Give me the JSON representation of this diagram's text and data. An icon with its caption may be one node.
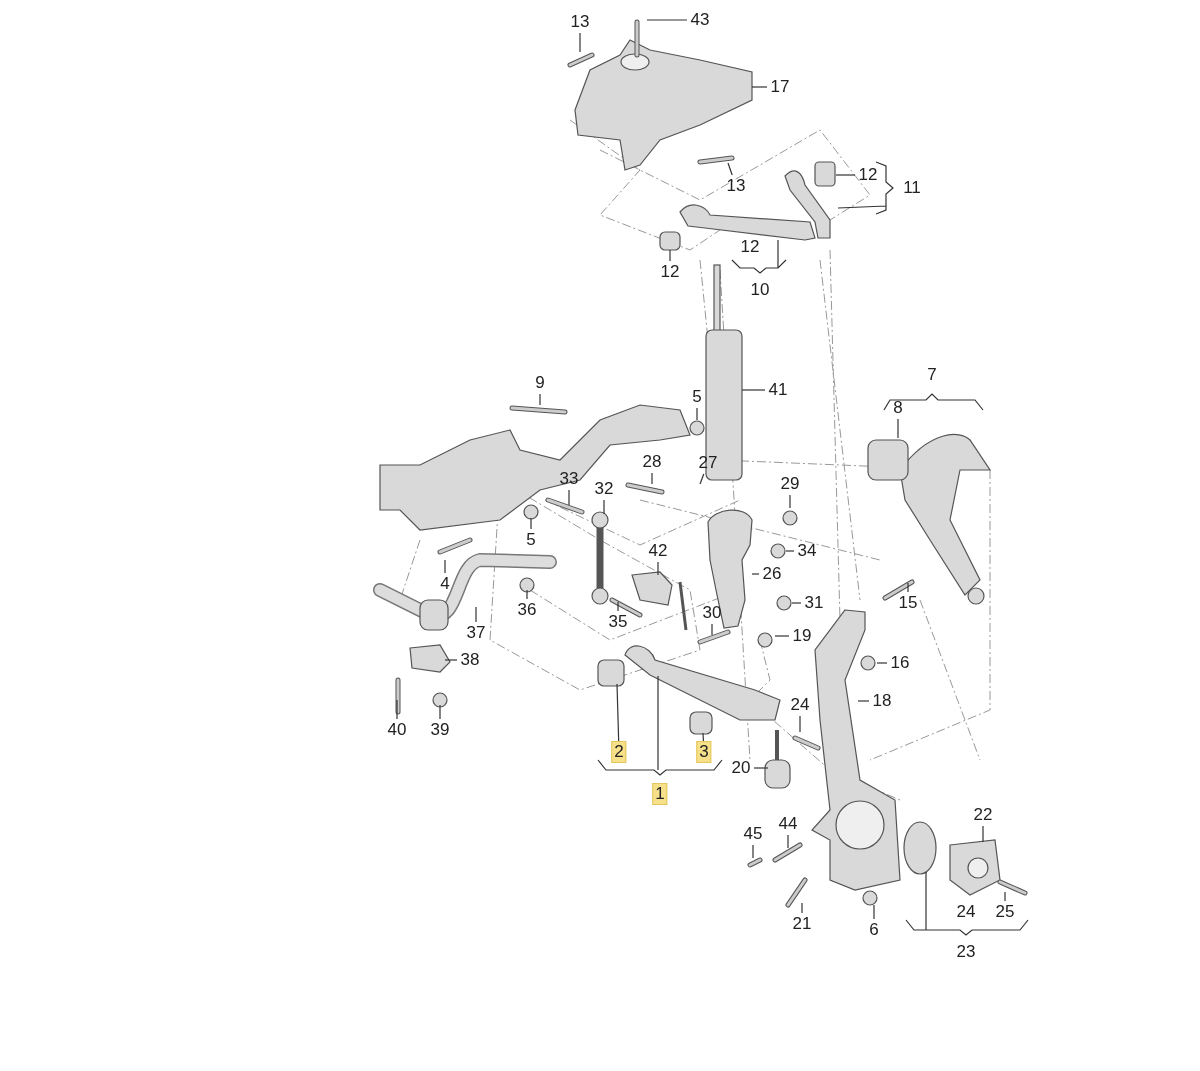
{
  "diagram": {
    "nodes": [
      {
        "text": [
          "13"
        ]
      },
      {
        "text": [
          "43"
        ]
      },
      {
        "text": [
          "17"
        ]
      },
      {
        "text": [
          "12"
        ]
      },
      {
        "text": [
          "13"
        ]
      },
      {
        "text": [
          "12"
        ]
      },
      {
        "text": [
          "41"
        ]
      },
      {
        "text": [
          "9"
        ]
      },
      {
        "text": [
          "5"
        ]
      },
      {
        "text": [
          "8"
        ]
      },
      {
        "text": [
          "28"
        ]
      },
      {
        "text": [
          "27"
        ]
      },
      {
        "text": [
          "29"
        ]
      },
      {
        "text": [
          "33"
        ]
      },
      {
        "text": [
          "32"
        ]
      },
      {
        "text": [
          "5"
        ]
      },
      {
        "text": [
          "34"
        ]
      },
      {
        "text": [
          "42"
        ]
      },
      {
        "text": [
          "26"
        ]
      },
      {
        "text": [
          "4"
        ]
      },
      {
        "text": [
          "31"
        ]
      },
      {
        "text": [
          "15"
        ]
      },
      {
        "text": [
          "36"
        ]
      },
      {
        "text": [
          "37"
        ]
      },
      {
        "text": [
          "35"
        ]
      },
      {
        "text": [
          "30"
        ]
      },
      {
        "text": [
          "19"
        ]
      },
      {
        "text": [
          "16"
        ]
      },
      {
        "text": [
          "38"
        ]
      },
      {
        "text": [
          "18"
        ]
      },
      {
        "text": [
          "40"
        ]
      },
      {
        "text": [
          "39"
        ]
      },
      {
        "text": [
          "24"
        ]
      },
      {
        "text": [
          "2"
        ]
      },
      {
        "text": [
          "3"
        ]
      },
      {
        "text": [
          "1"
        ]
      },
      {
        "text": [
          "20"
        ]
      },
      {
        "text": [
          "22"
        ]
      },
      {
        "text": [
          "45"
        ]
      },
      {
        "text": [
          "44"
        ]
      },
      {
        "text": [
          "25"
        ]
      },
      {
        "text": [
          "21"
        ]
      },
      {
        "text": [
          "6"
        ]
      }
    ],
    "edges": [
      {
        "from": 0,
        "to": null,
        "arrow": "none"
      },
      {
        "from": 1,
        "to": null,
        "arrow": "none"
      },
      {
        "from": 2,
        "to": null,
        "arrow": "none"
      },
      {
        "from": 3,
        "to": null,
        "arrow": "none"
      },
      {
        "from": 4,
        "to": null,
        "arrow": "none"
      },
      {
        "from": 5,
        "to": null,
        "arrow": "none"
      },
      {
        "from": 6,
        "to": null,
        "arrow": "none"
      },
      {
        "from": 7,
        "to": null,
        "arrow": "none"
      },
      {
        "from": 8,
        "to": null,
        "arrow": "none"
      },
      {
        "from": 9,
        "to": null,
        "arrow": "none"
      },
      {
        "from": 10,
        "to": null,
        "arrow": "none"
      },
      {
        "from": 11,
        "to": null,
        "arrow": "none"
      },
      {
        "from": 12,
        "to": null,
        "arrow": "none"
      },
      {
        "from": 13,
        "to": null,
        "arrow": "none"
      },
      {
        "from": 14,
        "to": null,
        "arrow": "none"
      },
      {
        "from": 15,
        "to": null,
        "arrow": "none"
      },
      {
        "from": 16,
        "to": null,
        "arrow": "none"
      },
      {
        "from": 17,
        "to": null,
        "arrow": "none"
      },
      {
        "from": 18,
        "to": null,
        "arrow": "none"
      },
      {
        "from": 19,
        "to": null,
        "arrow": "none"
      },
      {
        "from": 20,
        "to": null,
        "arrow": "none"
      },
      {
        "from": 21,
        "to": null,
        "arrow": "none"
      },
      {
        "from": 22,
        "to": null,
        "arrow": "none"
      },
      {
        "from": 23,
        "to": null,
        "arrow": "none"
      },
      {
        "from": 24,
        "to": null,
        "arrow": "none"
      },
      {
        "from": 25,
        "to": null,
        "arrow": "none"
      },
      {
        "from": 26,
        "to": null,
        "arrow": "none"
      },
      {
        "from": 27,
        "to": null,
        "arrow": "none"
      },
      {
        "from": 28,
        "to": null,
        "arrow": "none"
      },
      {
        "from": 29,
        "to": null,
        "arrow": "none"
      },
      {
        "from": 30,
        "to": null,
        "arrow": "none"
      },
      {
        "from": 31,
        "to": null,
        "arrow": "none"
      },
      {
        "from": 32,
        "to": null,
        "arrow": "none"
      },
      {
        "from": 33,
        "to": null,
        "arrow": "none"
      },
      {
        "from": 34,
        "to": null,
        "arrow": "none"
      },
      {
        "from": 36,
        "to": null,
        "arrow": "none"
      },
      {
        "from": 37,
        "to": null,
        "arrow": "none"
      },
      {
        "from": 38,
        "to": null,
        "arrow": "none"
      },
      {
        "from": 39,
        "to": null,
        "arrow": "none"
      },
      {
        "from": 40,
        "to": null,
        "arrow": "none"
      },
      {
        "from": 41,
        "to": null,
        "arrow": "none"
      },
      {
        "from": 42,
        "to": null,
        "arrow": "none"
      }
    ],
    "labels": [
      "11",
      "12",
      "10",
      "7",
      "24",
      "23"
    ]
  }
}
